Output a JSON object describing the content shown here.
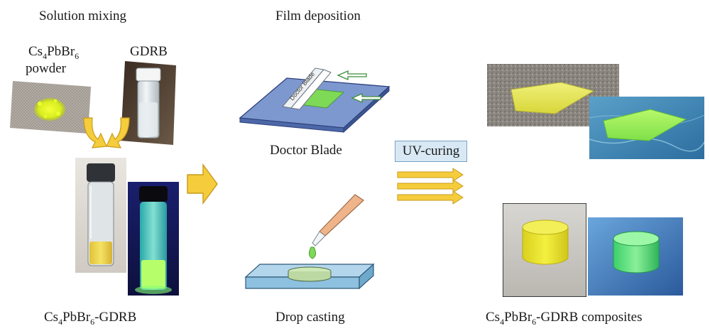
{
  "sections": {
    "solution_mixing": "Solution mixing",
    "film_deposition": "Film deposition"
  },
  "labels": {
    "powder_formula": {
      "base1": "Cs",
      "sub1": "4",
      "base2": "PbBr",
      "sub2": "6"
    },
    "powder_word": "powder",
    "gdrb": "GDRB",
    "mixture": {
      "base1": "Cs",
      "sub1": "4",
      "base2": "PbBr",
      "sub2": "6",
      "suffix": "-GDRB"
    },
    "doctor_blade_caption": "Doctor Blade",
    "doctor_blade_on_blade": "Doctor Blade",
    "drop_casting": "Drop casting",
    "uv_curing": "UV-curing",
    "composites": {
      "base1": "Cs",
      "sub1": "4",
      "base2": "PbBr",
      "sub2": "6",
      "suffix": "-GDRB composites"
    }
  },
  "colors": {
    "arrow_fill": "#f5cd3c",
    "arrow_stroke": "#c99a1a",
    "uv_box": "#d8e9f5",
    "substrate": "#8fa8d8",
    "film_green": "#7ed957",
    "yellow_phosphor": "#e2f02a",
    "glow_cyan": "#4fe3c8"
  }
}
